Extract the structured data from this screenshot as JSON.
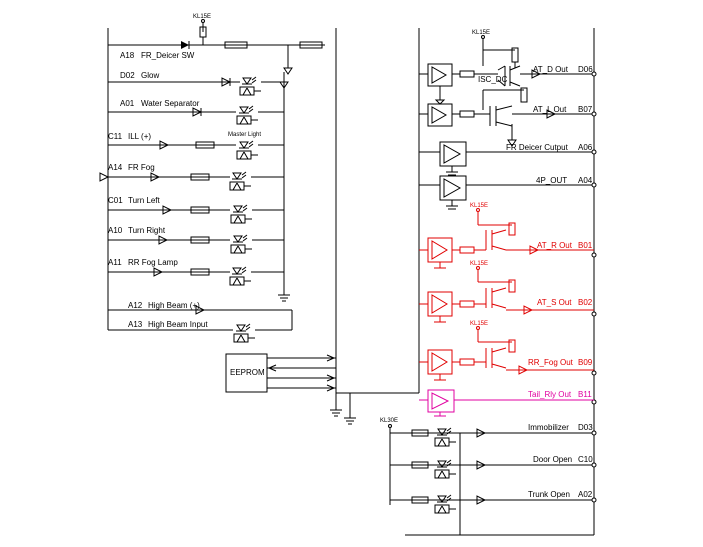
{
  "colors": {
    "wire": "#000000",
    "highlight_red": "#e00000",
    "highlight_magenta": "#e000a0"
  },
  "supplies": {
    "kl15e": "KL15E",
    "kl30e": "KL30E"
  },
  "left_inputs": [
    {
      "pin": "A18",
      "name": "FR_Deicer SW"
    },
    {
      "pin": "D02",
      "name": "Glow"
    },
    {
      "pin": "A01",
      "name": "Water Separator"
    },
    {
      "pin": "C11",
      "name": "ILL (+)"
    },
    {
      "pin": "A14",
      "name": "FR Fog"
    },
    {
      "pin": "C01",
      "name": "Turn Left"
    },
    {
      "pin": "A10",
      "name": "Turn Right"
    },
    {
      "pin": "A11",
      "name": "RR Fog Lamp"
    },
    {
      "pin": "A12",
      "name": "High Beam (+)"
    },
    {
      "pin": "A13",
      "name": "High Beam Input"
    }
  ],
  "master_light": "Master Light",
  "eeprom": "EEPROM",
  "isc_dc": "ISC_DC",
  "right_outputs": [
    {
      "name": "AT_D Out",
      "pin": "D06",
      "color": "black"
    },
    {
      "name": "AT_L Out",
      "pin": "B07",
      "color": "black"
    },
    {
      "name": "FR Deicer Cutput",
      "pin": "A06",
      "color": "black"
    },
    {
      "name": "4P_OUT",
      "pin": "A04",
      "color": "black"
    },
    {
      "name": "AT_R Out",
      "pin": "B01",
      "color": "red"
    },
    {
      "name": "AT_S Out",
      "pin": "B02",
      "color": "red"
    },
    {
      "name": "RR_Fog Out",
      "pin": "B09",
      "color": "red"
    },
    {
      "name": "Tail_Rly Out",
      "pin": "B11",
      "color": "magenta"
    },
    {
      "name": "Immobilizer",
      "pin": "D03",
      "color": "black"
    },
    {
      "name": "Door Open",
      "pin": "C10",
      "color": "black"
    },
    {
      "name": "Trunk Open",
      "pin": "A02",
      "color": "black"
    }
  ]
}
